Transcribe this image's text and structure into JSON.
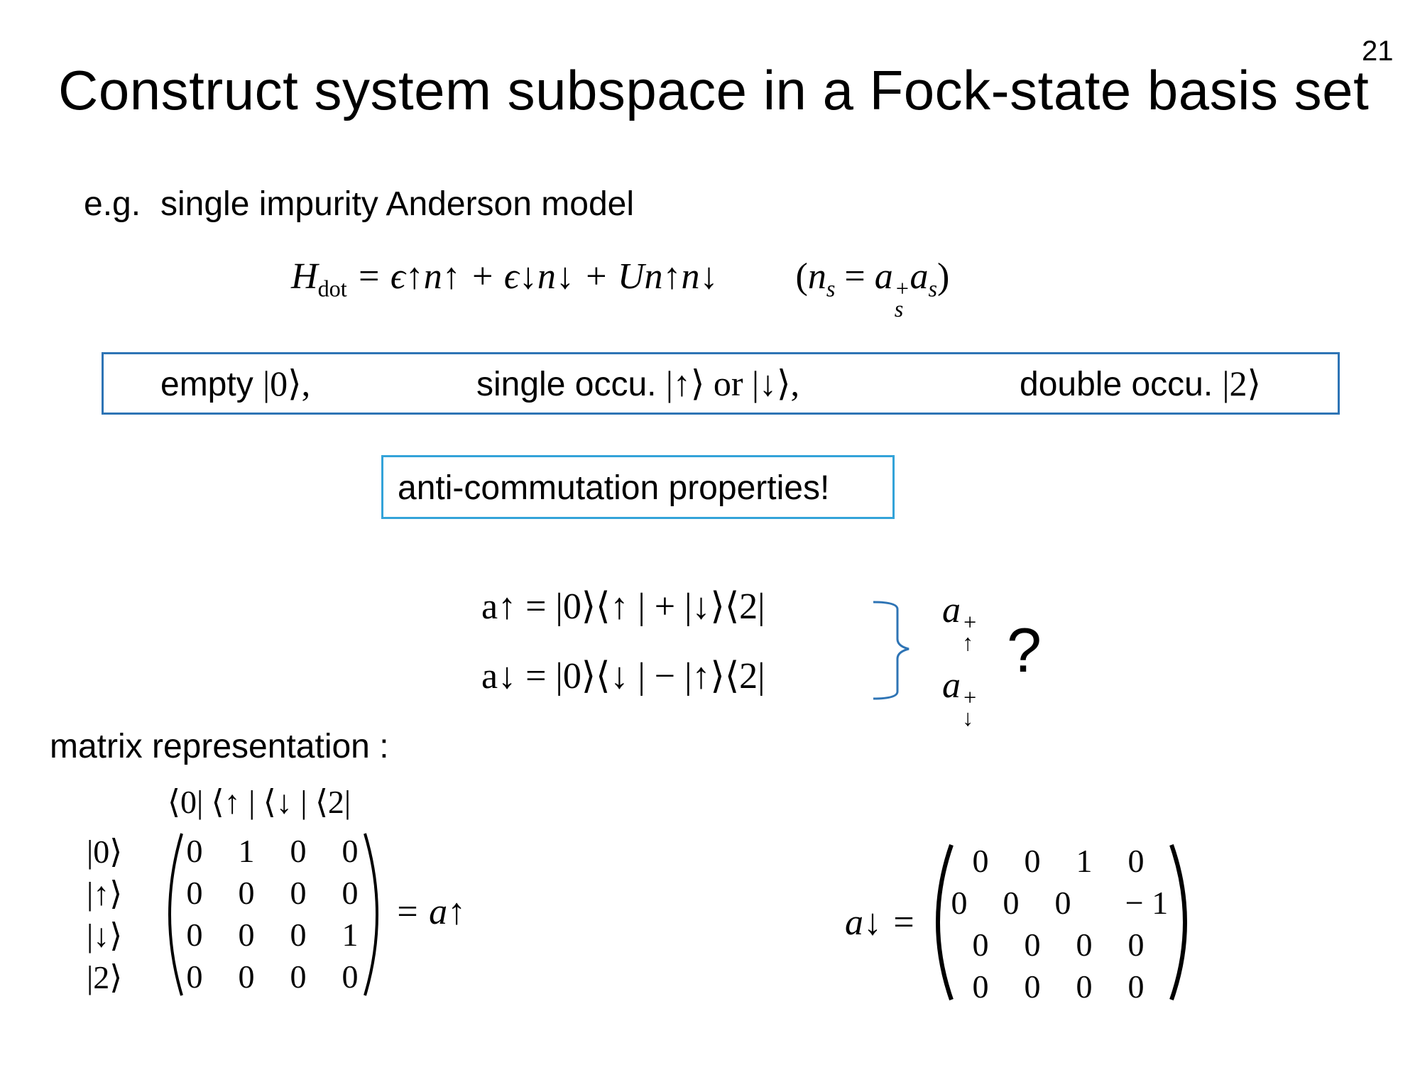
{
  "slide_number": "21",
  "title": "Construct system subspace in a Fock-state basis set",
  "example": {
    "prefix": "e.g.",
    "text": "single impurity Anderson model"
  },
  "hamiltonian": {
    "lhs": "H",
    "lhs_sub": "dot",
    "rhs": "= ϵ↑n↑ + ϵ↓n↓ + Un↑n↓",
    "definition": "(n_s = a_s^+ a_s)"
  },
  "states": {
    "empty_label": "empty",
    "empty_ket": "|0⟩,",
    "single_label": "single occu.",
    "single_ket": "|↑⟩ or |↓⟩,",
    "double_label": "double occu.",
    "double_ket": "|2⟩"
  },
  "anticommutation_note": "anti-commutation properties!",
  "operators": {
    "a_up": "a↑ = |0⟩⟨↑ | + |↓⟩⟨2|",
    "a_down": "a↓ = |0⟩⟨↓ | − |↑⟩⟨2|",
    "question_mark": "?"
  },
  "matrix_heading": "matrix representation :",
  "bra_header": "⟨0| ⟨↑ | ⟨↓ | ⟨2|",
  "ket_labels": [
    "|0⟩",
    "|↑⟩",
    "|↓⟩",
    "|2⟩"
  ],
  "matrix_up": [
    [
      "0",
      "1",
      "0",
      "0"
    ],
    [
      "0",
      "0",
      "0",
      "0"
    ],
    [
      "0",
      "0",
      "0",
      "1"
    ],
    [
      "0",
      "0",
      "0",
      "0"
    ]
  ],
  "matrix_up_rhs": "= a↑",
  "matrix_down_lhs": "a↓ =",
  "matrix_down": [
    [
      "0",
      "0",
      "1",
      "0"
    ],
    [
      "0",
      "0",
      "0",
      "− 1"
    ],
    [
      "0",
      "0",
      "0",
      "0"
    ],
    [
      "0",
      "0",
      "0",
      "0"
    ]
  ],
  "colors": {
    "states_box_border": "#2e74b5",
    "anticomm_box_border": "#33a3d9",
    "brace": "#2e74b5"
  }
}
